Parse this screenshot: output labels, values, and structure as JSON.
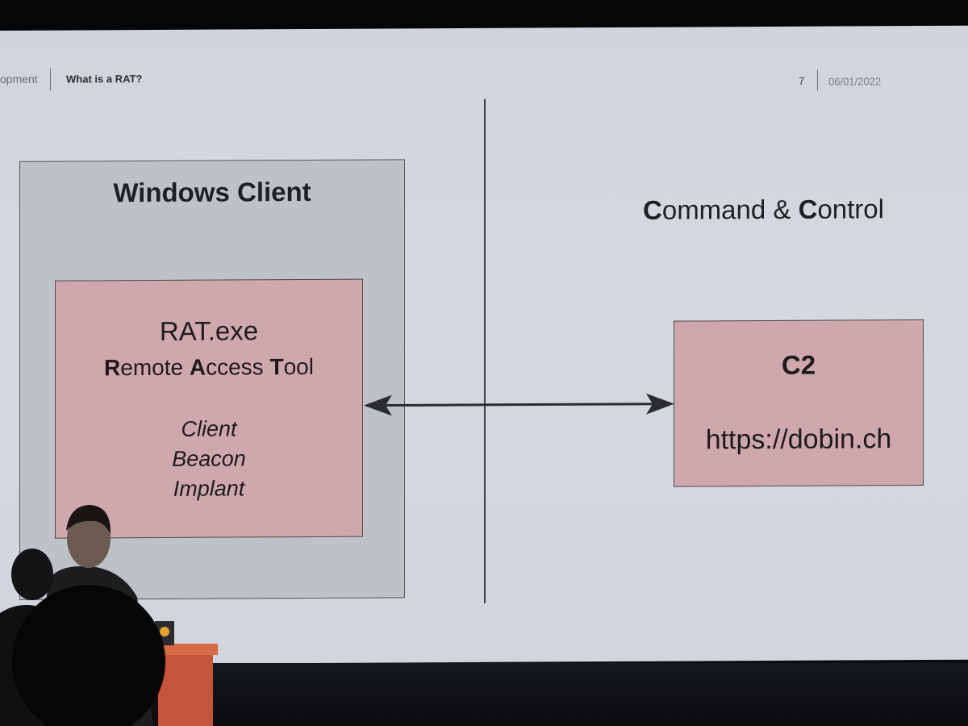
{
  "header": {
    "section_fragment": "opment",
    "title": "What is a RAT?",
    "page_number": "7",
    "date": "06/01/2022"
  },
  "diagram": {
    "windows_client": {
      "title": "Windows Client",
      "rat": {
        "name": "RAT.exe",
        "full_name_parts": [
          {
            "bold": "R",
            "rest": "emote "
          },
          {
            "bold": "A",
            "rest": "ccess "
          },
          {
            "bold": "T",
            "rest": "ool"
          }
        ],
        "roles": [
          "Client",
          "Beacon",
          "Implant"
        ]
      }
    },
    "command_control": {
      "title_parts": [
        {
          "bold": "C",
          "rest": "ommand & "
        },
        {
          "bold": "C",
          "rest": "ontrol"
        }
      ]
    },
    "c2": {
      "title": "C2",
      "url": "https://dobin.ch"
    },
    "connection": "bidirectional"
  },
  "colors": {
    "slide_bg": "#d0d6dc",
    "client_box": "#bdc2c7",
    "component_box": "#cfa8ad",
    "text": "#1e2024"
  }
}
